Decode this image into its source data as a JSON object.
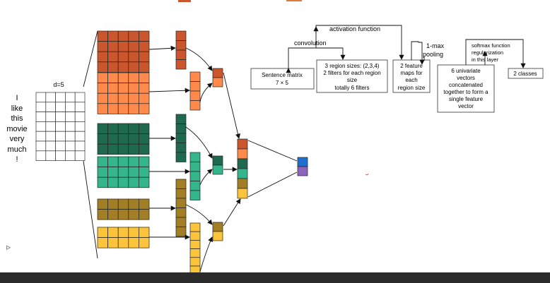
{
  "sentence_words": [
    "I",
    "like",
    "this",
    "movie",
    "very",
    "much",
    "!"
  ],
  "matrix_label": "d=5",
  "boxes": {
    "sentence_matrix": [
      "Sentence matrix",
      "7 × 5"
    ],
    "region_sizes": [
      "3 region sizes: (2,3,4)",
      "2 filters for each region",
      "size",
      "totally 6 filters"
    ],
    "feature_maps": [
      "2 feature",
      "maps for",
      "each",
      "region size"
    ],
    "univariate": [
      "6 univariate",
      "vectors",
      "concatenated",
      "together to form a",
      "single feature",
      "vector"
    ],
    "classes": [
      "2 classes"
    ]
  },
  "labels": {
    "convolution": "convolution",
    "activation": "activation function",
    "maxpool": [
      "1-max",
      "pooling"
    ],
    "softmax": [
      "softmax function",
      "regularization",
      "in this layer"
    ]
  },
  "colors": {
    "red": "#c9562c",
    "orange": "#ff8a4c",
    "dark_green": "#1f6a4e",
    "teal": "#35b58c",
    "olive": "#a27f25",
    "yellow": "#fbc43b",
    "blue": "#1f6fcf",
    "purple": "#8d64bd"
  }
}
